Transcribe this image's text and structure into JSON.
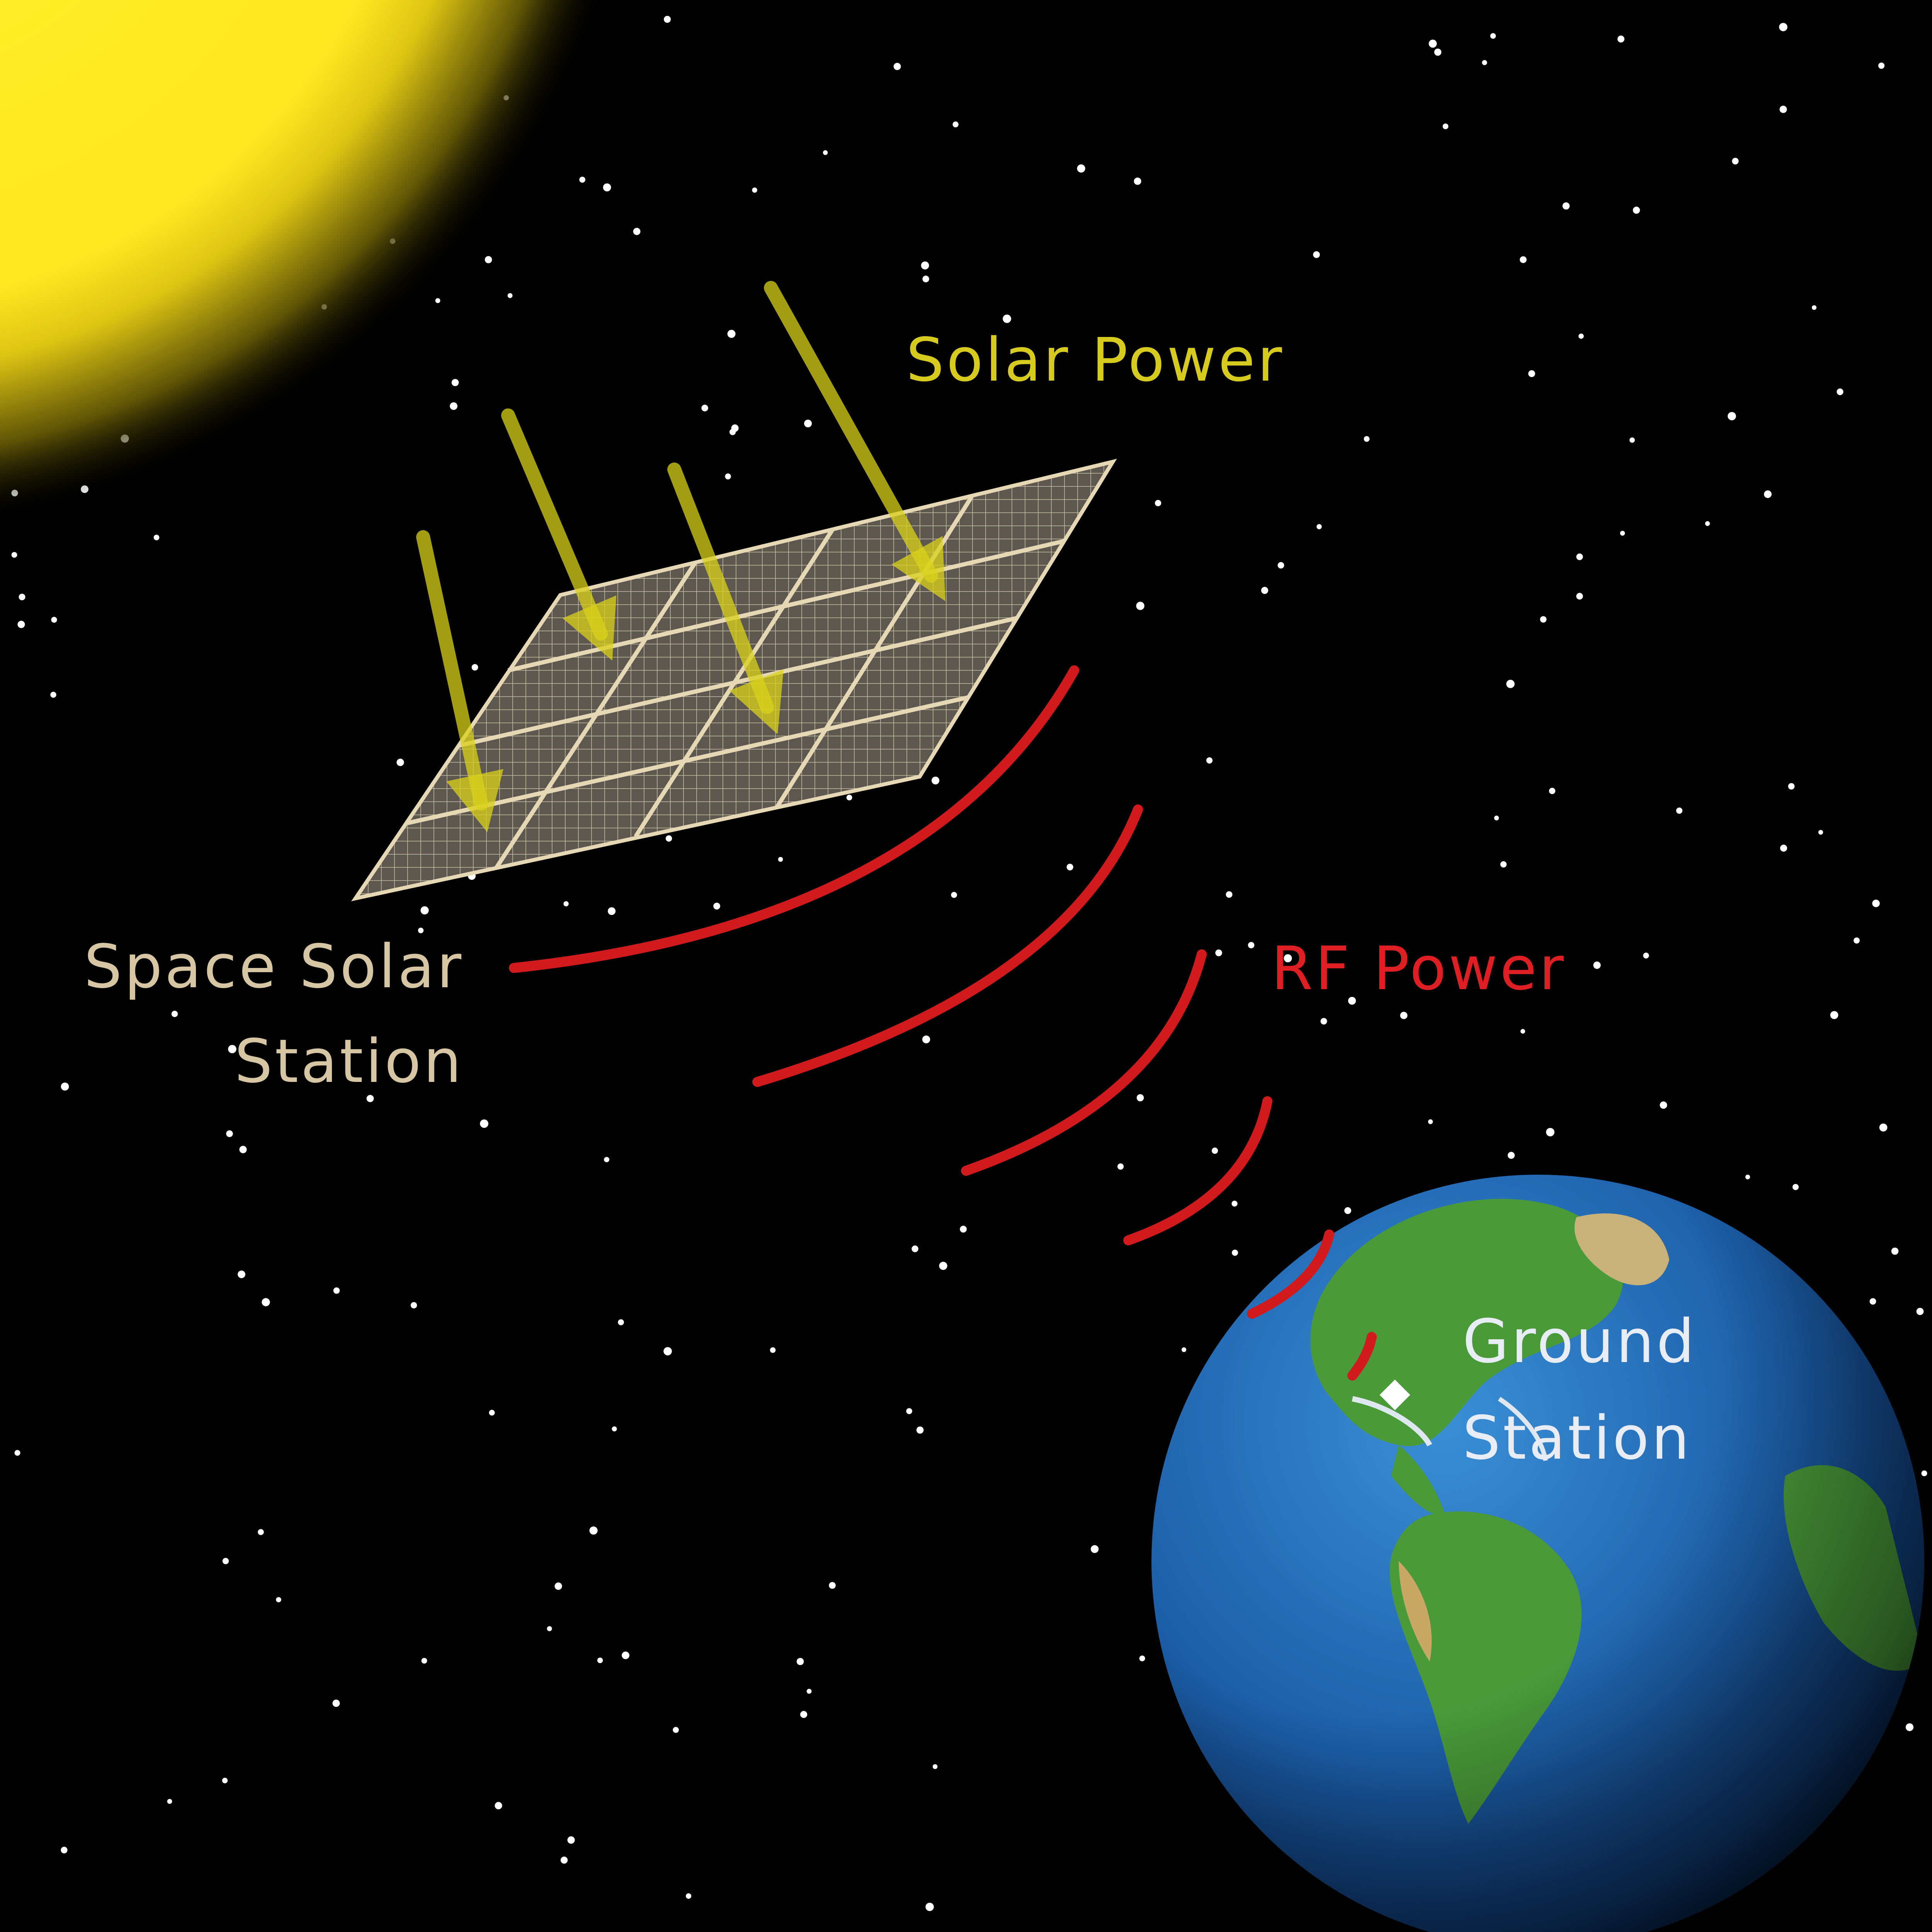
{
  "labels": {
    "solar_power": "Solar Power",
    "space_solar_line1": "Space Solar",
    "space_solar_line2": "Station",
    "rf_power": "RF Power",
    "ground_line1": "Ground",
    "ground_line2": "Station"
  },
  "colors": {
    "background": "#000000",
    "sun": "#ffeb23",
    "solar_arrow": "#d9d21a",
    "solar_label": "#d8cb20",
    "panel_cell": "#5c5850",
    "panel_frame": "#e6d8b4",
    "station_label": "#d6c6a3",
    "rf_wave": "#d01a1e",
    "rf_label": "#dd1f24",
    "ground_label": "#e8ecf5",
    "ground_marker": "#ffffff",
    "ocean": "#1a5fa8",
    "land": "#4a9a3a"
  },
  "icons": {
    "sun": "sun-icon",
    "panel": "solar-panel-icon",
    "earth": "earth-globe-icon",
    "ground_station": "diamond-marker-icon"
  }
}
